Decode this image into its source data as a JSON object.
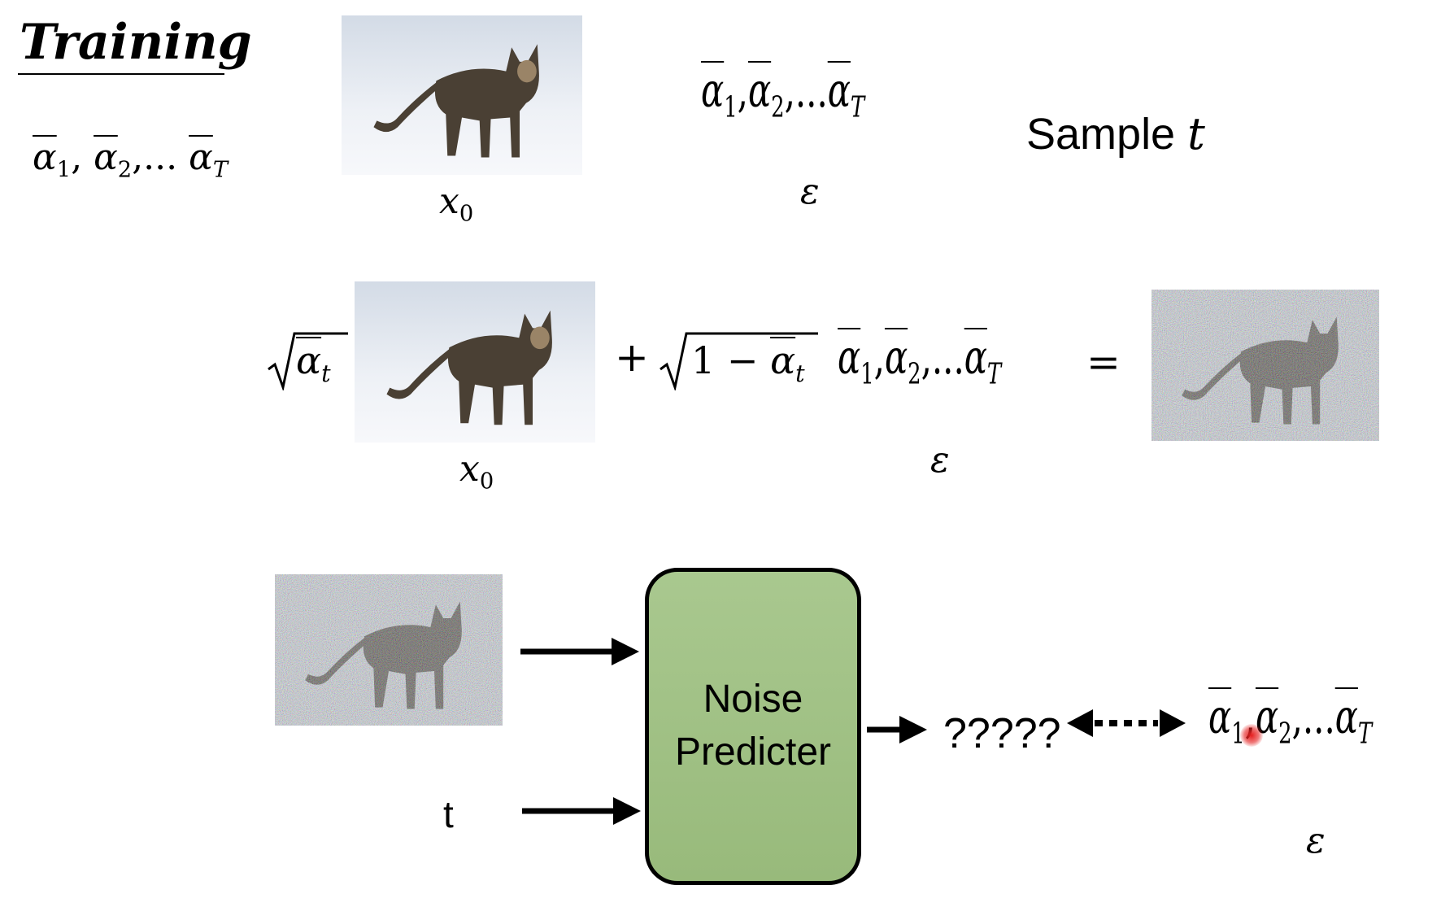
{
  "title": "Training",
  "sample_label": "Sample",
  "sample_var": "t",
  "alpha_sym": "α",
  "sub_1": "1",
  "sub_2": "2",
  "sub_T": "T",
  "sub_t": "t",
  "ellipsis": ",...",
  "comma": ",",
  "x_sym": "x",
  "x_sub": "0",
  "epsilon": "ε",
  "plus": "+",
  "equals": "=",
  "one_minus": "1 −",
  "t_input": "t",
  "predictor": {
    "line1": "Noise",
    "line2": "Predicter"
  },
  "output": "?????",
  "colors": {
    "predictor_fill": "#a3c289",
    "snow": "#dfe5ee",
    "cat": "#4a4034",
    "cursor": "#e52020"
  }
}
